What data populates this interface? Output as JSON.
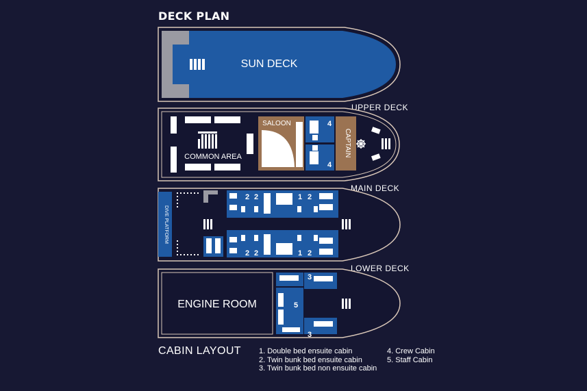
{
  "title": "DECK PLAN",
  "decks": {
    "sun": {
      "name": "SUN DECK"
    },
    "upper": {
      "label": "UPPER DECK",
      "common_area": "COMMON AREA",
      "saloon": "SALOON",
      "captain": "CAPTAIN",
      "cabin_top": "4",
      "cabin_bottom": "4"
    },
    "main": {
      "label": "MAIN DECK",
      "dive_platform": "DIVE PLATFORM",
      "cabins_top": [
        "2",
        "2",
        "1",
        "2"
      ],
      "cabins_bottom": [
        "2",
        "2",
        "1",
        "2"
      ]
    },
    "lower": {
      "label": "LOWER DECK",
      "engine_room": "ENGINE ROOM",
      "cabin_top": "3",
      "cabin_middle": "5",
      "cabin_bottom": "3"
    }
  },
  "cabin_layout": {
    "title": "CABIN LAYOUT",
    "items_left": [
      "1. Double bed ensuite cabin",
      "2. Twin bunk bed ensuite cabin",
      "3. Twin bunk bed non ensuite cabin"
    ],
    "items_right": [
      "4. Crew Cabin",
      "5. Staff Cabin"
    ]
  },
  "colors": {
    "background": "#171833",
    "sun_deck": "#1f5aa3",
    "cabin_blue": "#1f5aa3",
    "saloon_brown": "#9b7352",
    "outline": "#d9c7b8",
    "deck_fill": "#141530"
  }
}
